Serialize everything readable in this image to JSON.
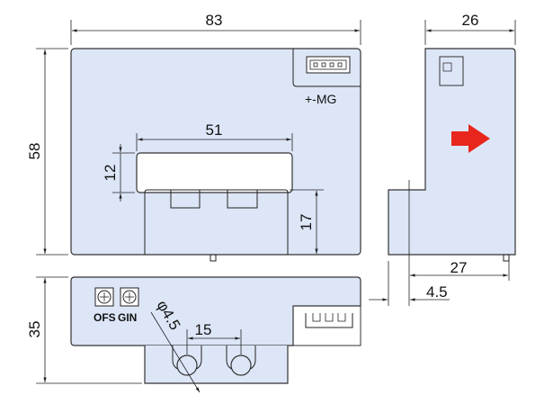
{
  "front_view": {
    "width_label": "83",
    "height_label": "58",
    "aperture_width_label": "51",
    "aperture_height_label": "12",
    "base_height_label": "17",
    "connector_label": "+-MG"
  },
  "side_view": {
    "depth_label": "26",
    "offset_label": "27",
    "pin_offset_label": "4.5",
    "arrow_color": "#e8261e"
  },
  "bottom_view": {
    "height_label": "35",
    "hole_spacing_label": "15",
    "hole_diameter_label": "φ4.5",
    "trim_ofs_label": "OFS",
    "trim_gin_label": "GIN"
  },
  "colors": {
    "body_fill": "#dde6f7",
    "line": "#222222"
  }
}
